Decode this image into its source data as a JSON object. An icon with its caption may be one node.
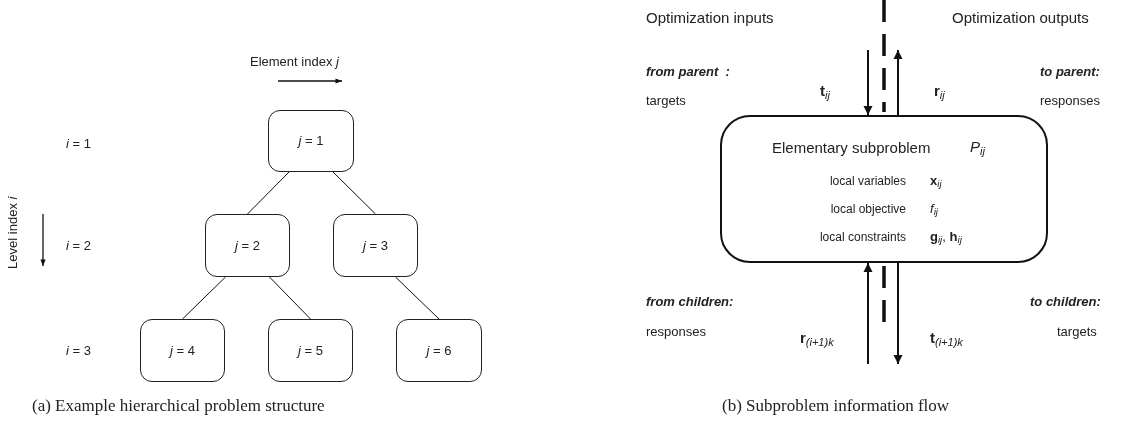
{
  "diagram": {
    "nodes": [
      {
        "text": [
          "*j* = 1"
        ]
      },
      {
        "text": [
          "*j* = 2"
        ]
      },
      {
        "text": [
          "*j* = 3"
        ]
      },
      {
        "text": [
          "*j* = 4"
        ]
      },
      {
        "text": [
          "*j* = 5"
        ]
      },
      {
        "text": [
          "*j* = 6"
        ]
      },
      {
        "text": [
          "Elementary subproblem",
          "*P*$_{ij}$",
          "local variables",
          "**x**$_{ij}$",
          "local objective",
          "*f*$_{ij}$",
          "local constraints",
          "**g**$_{ij}$, **h**$_{ij}$"
        ]
      }
    ],
    "edges": [
      {
        "from": 0,
        "to": 1,
        "arrow": "none"
      },
      {
        "from": 0,
        "to": 2,
        "arrow": "none"
      },
      {
        "from": 1,
        "to": 3,
        "arrow": "none"
      },
      {
        "from": 1,
        "to": 4,
        "arrow": "none"
      },
      {
        "from": 2,
        "to": 5,
        "arrow": "none"
      },
      {
        "from": null,
        "to": 6,
        "arrow": "to",
        "label": "**t**$_{ij}$"
      },
      {
        "from": 6,
        "to": null,
        "arrow": "to",
        "label": "**r**$_{ij}$"
      },
      {
        "from": null,
        "to": 6,
        "arrow": "to",
        "label": "**r**$_{(i+1)k}$"
      },
      {
        "from": 6,
        "to": null,
        "arrow": "to",
        "label": "**t**$_{(i+1)k}$"
      }
    ],
    "labels": [
      "Element index *j*",
      "Level index *i*",
      "*i* = 1",
      "*i* = 2",
      "*i* = 3",
      "Optimization inputs",
      "Optimization outputs",
      "from parent  :",
      "targets",
      "to parent:",
      "responses",
      "from children:",
      "responses",
      "to children:",
      "targets",
      "(a) Example hierarchical problem structure",
      "(b) Subproblem information flow"
    ]
  }
}
